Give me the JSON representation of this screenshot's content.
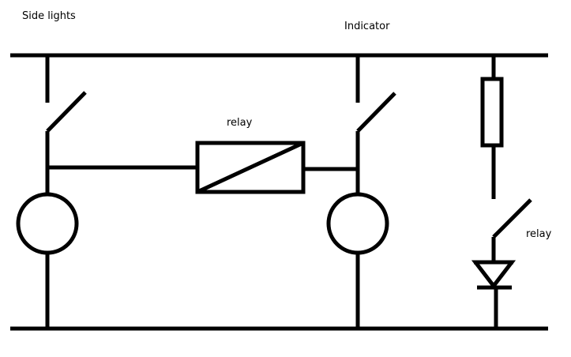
{
  "labels": {
    "side_lights": "Side lights",
    "indicator": "Indicator",
    "relay_coil": "relay",
    "relay_switch": "relay"
  },
  "colors": {
    "line": "#000000",
    "background": "#ffffff"
  }
}
